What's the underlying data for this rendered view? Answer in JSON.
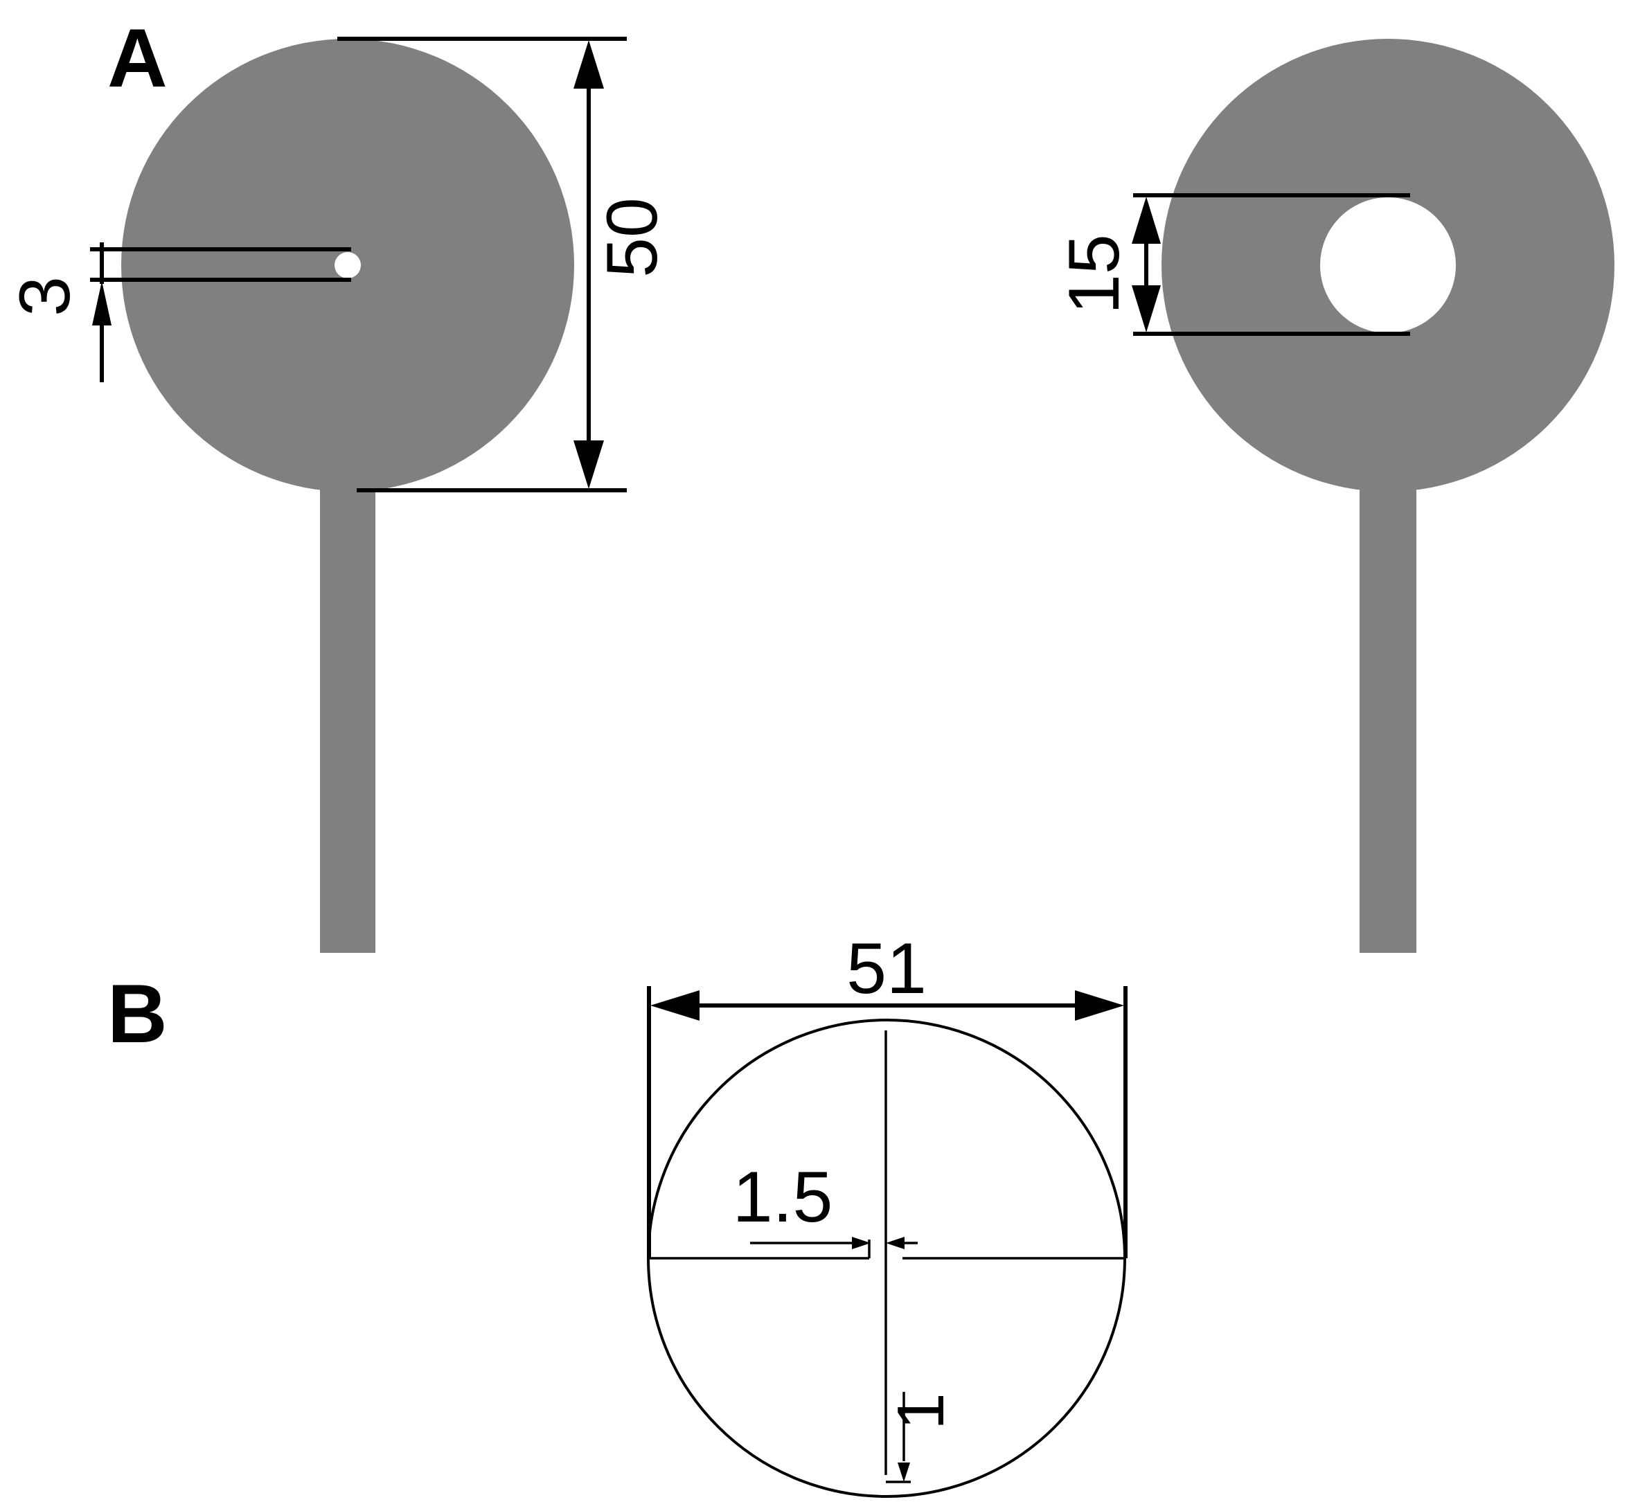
{
  "panels": {
    "a": {
      "label": "A"
    },
    "b": {
      "label": "B"
    }
  },
  "dimensions": {
    "disk_diameter": "50",
    "slot_width": "3",
    "hole_diameter": "15",
    "outer_diameter": "51",
    "center_gap": "1.5",
    "bottom_offset": "1"
  },
  "colors": {
    "shape_fill": "#808080",
    "line": "#000000",
    "background": "#ffffff"
  }
}
